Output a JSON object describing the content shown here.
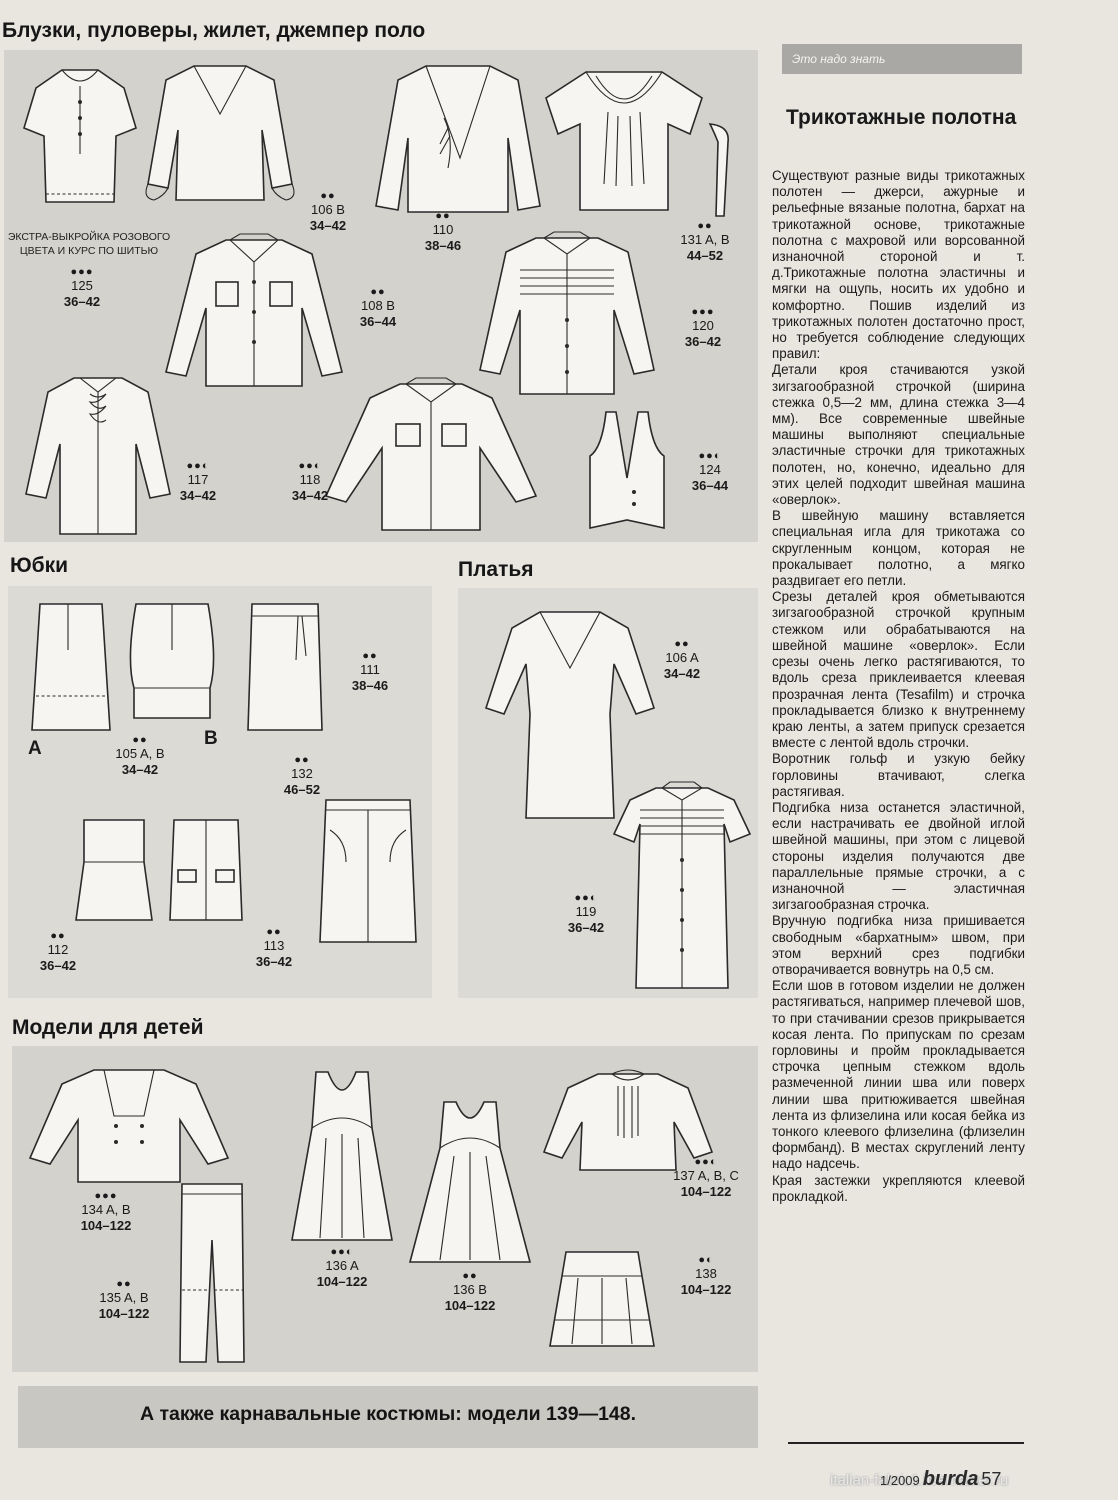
{
  "sections": {
    "blouses": "Блузки, пуловеры, жилет, джемпер поло",
    "skirts": "Юбки",
    "dresses": "Платья",
    "kids": "Модели для детей"
  },
  "extra_note": [
    "ЭКСТРА-ВЫКРОЙКА РОЗОВОГО",
    "ЦВЕТА И КУРС ПО ШИТЬЮ"
  ],
  "skirt_letters": {
    "a": "A",
    "b": "B"
  },
  "models": {
    "m125": {
      "dots": "●●●",
      "num": "125",
      "size": "36–42"
    },
    "m106b": {
      "dots": "●●",
      "num": "106 B",
      "size": "34–42"
    },
    "m110": {
      "dots": "●●",
      "num": "110",
      "size": "38–46"
    },
    "m131": {
      "dots": "●●",
      "num": "131 A, B",
      "size": "44–52"
    },
    "m108b": {
      "dots": "●●",
      "num": "108 B",
      "size": "36–44"
    },
    "m120": {
      "dots": "●●●",
      "num": "120",
      "size": "36–42"
    },
    "m117": {
      "dots": "●●◐",
      "num": "117",
      "size": "34–42"
    },
    "m118": {
      "dots": "●●◐",
      "num": "118",
      "size": "34–42"
    },
    "m124": {
      "dots": "●●◐",
      "num": "124",
      "size": "36–44"
    },
    "m111": {
      "dots": "●●",
      "num": "111",
      "size": "38–46"
    },
    "m105": {
      "dots": "●●",
      "num": "105 A, B",
      "size": "34–42"
    },
    "m132": {
      "dots": "●●",
      "num": "132",
      "size": "46–52"
    },
    "m112": {
      "dots": "●●",
      "num": "112",
      "size": "36–42"
    },
    "m113": {
      "dots": "●●",
      "num": "113",
      "size": "36–42"
    },
    "m106a": {
      "dots": "●●",
      "num": "106 A",
      "size": "34–42"
    },
    "m119": {
      "dots": "●●◐",
      "num": "119",
      "size": "36–42"
    },
    "m134": {
      "dots": "●●●",
      "num": "134 A, B",
      "size": "104–122"
    },
    "m135": {
      "dots": "●●",
      "num": "135 A, B",
      "size": "104–122"
    },
    "m136a": {
      "dots": "●●◐",
      "num": "136 A",
      "size": "104–122"
    },
    "m136b": {
      "dots": "●●",
      "num": "136 B",
      "size": "104–122"
    },
    "m137": {
      "dots": "●●◐",
      "num": "137 A, B, C",
      "size": "104–122"
    },
    "m138": {
      "dots": "●◐",
      "num": "138",
      "size": "104–122"
    }
  },
  "bottom_banner": "А также карнавальные костюмы: модели 139—148.",
  "sidebar": {
    "banner": "Это надо знать",
    "title": "Трикотажные полотна",
    "paragraphs": [
      "Существуют разные виды трикотажных полотен — джерси, ажурные и рельефные вязаные полотна, бархат на трикотажной основе, трикотажные полотна с махровой или ворсованной изнаночной стороной и т. д.Трикотажные полотна эластичны и мягки на ощупь, носить их удобно и комфортно. Пошив изделий из трикотажных полотен достаточно прост, но требуется соблюдение следующих правил:",
      "Детали кроя стачиваются узкой зигзагообразной строчкой (ширина стежка 0,5—2 мм, длина стежка 3—4 мм). Все современные швейные машины выполняют специальные эластичные строчки для трикотажных полотен, но, конечно, идеально для этих целей подходит швейная машина «оверлок».",
      "В швейную машину вставляется специальная игла для трикотажа со скругленным концом, которая не прокалывает полотно, а мягко раздвигает его петли.",
      "Срезы деталей кроя обметываются зигзагообразной строчкой крупным стежком или обрабатываются на швейной машине «оверлок». Если срезы очень легко растягиваются, то вдоль среза приклеивается клеевая прозрачная лента (Tesafilm) и строчка прокладывается близко к внутреннему краю ленты, а затем припуск срезается вместе с лентой вдоль строчки.",
      "Воротник гольф и узкую бейку горловины втачивают, слегка растягивая.",
      "Подгибка низа останется эластичной, если настрачивать ее двойной иглой швейной машины, при этом с лицевой стороны изделия получаются две параллельные прямые строчки, а с изнаночной — эластичная зигзагообразная строчка.",
      "Вручную подгибка низа пришивается свободным «бархатным» швом, при этом верхний срез подгибки отворачивается вовнутрь на 0,5 см.",
      "Если шов в готовом изделии не должен растягиваться, например плечевой шов, то при стачивании срезов прикрывается косая лента. По припускам по срезам горловины и пройм прокладывается строчка цепным стежком вдоль размеченной линии шва или поверх линии шва притюживается швейная лента из флизелина или косая бейка из тонкого клеевого флизелина (флизелин формбанд). В местах скруглений ленту надо надсечь.",
      "Края застежки укрепляются клеевой прокладкой."
    ]
  },
  "footer": {
    "issue": "1/2009",
    "brand": "burda",
    "page": "57"
  },
  "watermark": "italian-fabric1.livemaster.ru"
}
